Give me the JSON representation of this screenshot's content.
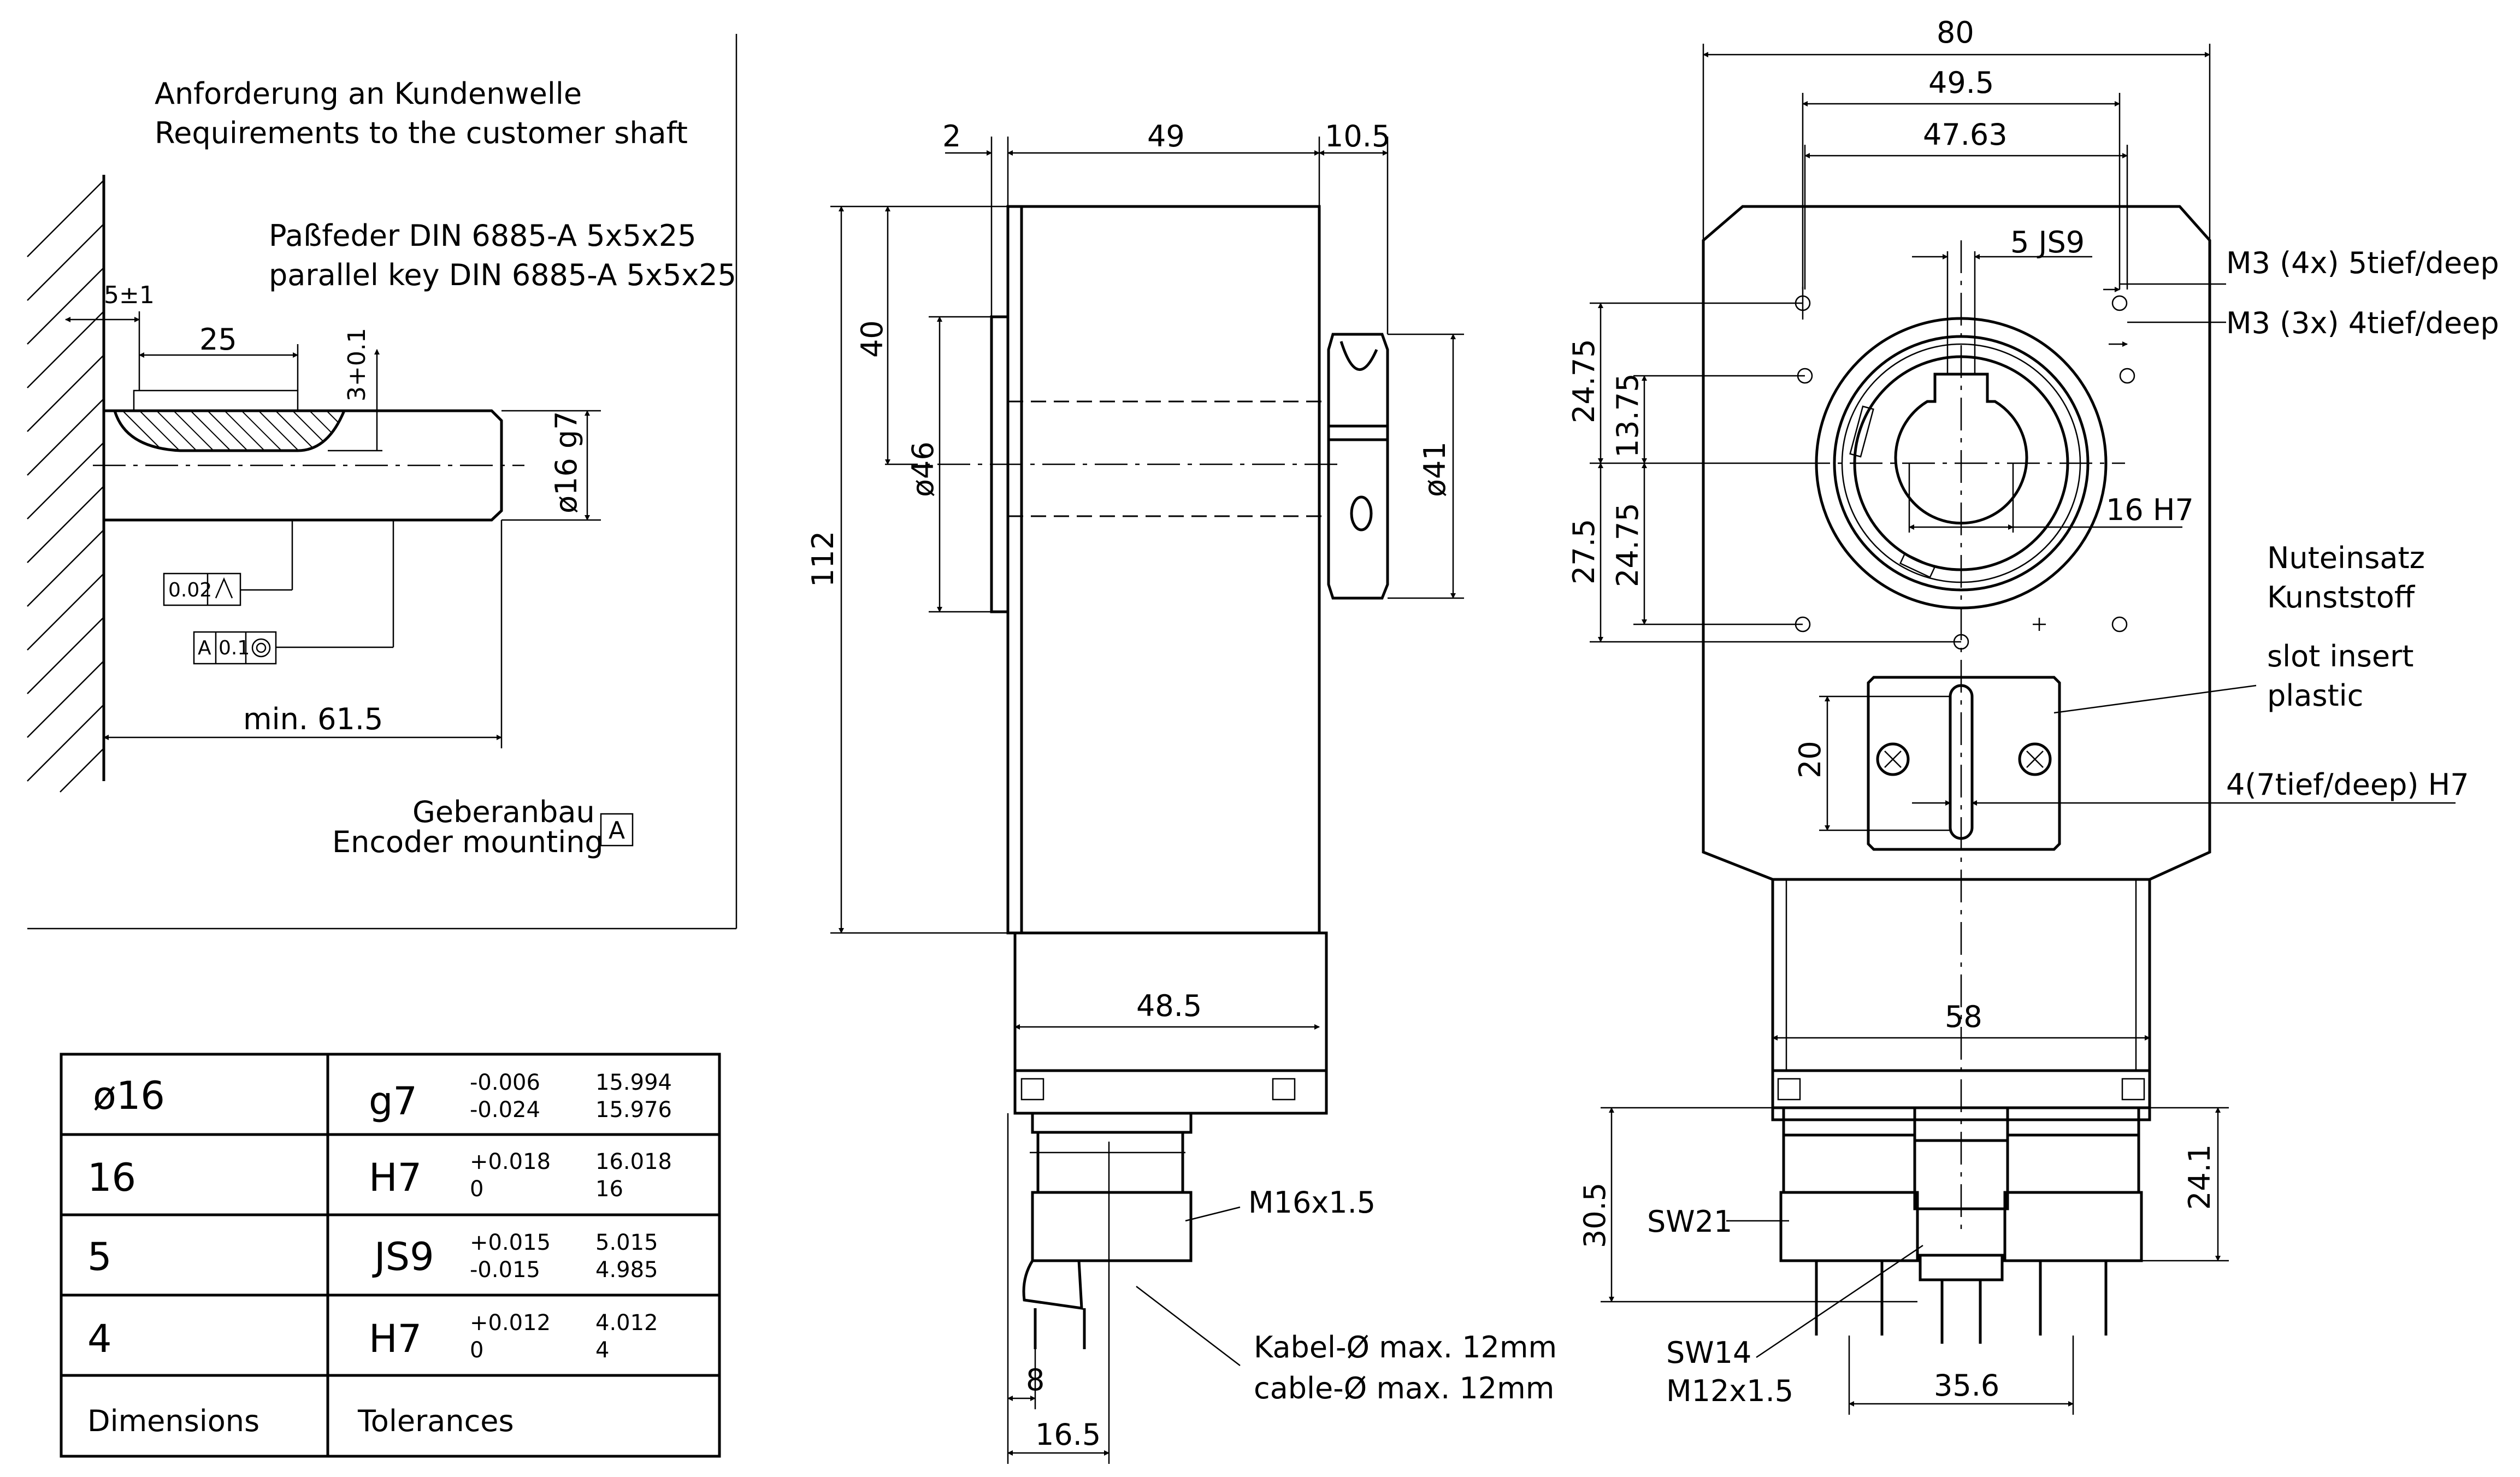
{
  "shaft": {
    "title_de": "Anforderung an Kundenwelle",
    "title_en": "Requirements to the customer shaft",
    "key_de": "Paßfeder DIN 6885-A 5x5x25",
    "key_en": "parallel key DIN 6885-A 5x5x25",
    "dim_5": "5±1",
    "dim_25": "25",
    "dim_3": "3+0.1",
    "dim_d16": "ø16 g7",
    "tol_runout": "0.02",
    "tol_concentric_ref": "A",
    "tol_concentric_val": "0.1",
    "dim_min": "min. 61.5",
    "mount_de": "Geberanbau",
    "mount_en": "Encoder mounting",
    "mount_ref": "A"
  },
  "tolerance_table": {
    "rows": [
      {
        "dim": "ø16",
        "fit": "g7",
        "dev_upper": "-0.006",
        "dev_lower": "-0.024",
        "lim_upper": "15.994",
        "lim_lower": "15.976"
      },
      {
        "dim": "16",
        "fit": "H7",
        "dev_upper": "+0.018",
        "dev_lower": "0",
        "lim_upper": "16.018",
        "lim_lower": "16"
      },
      {
        "dim": "5",
        "fit": "JS9",
        "dev_upper": "+0.015",
        "dev_lower": "-0.015",
        "lim_upper": "5.015",
        "lim_lower": "4.985"
      },
      {
        "dim": "4",
        "fit": "H7",
        "dev_upper": "+0.012",
        "dev_lower": "0",
        "lim_upper": "4.012",
        "lim_lower": "4"
      }
    ],
    "footer_left": "Dimensions",
    "footer_right": "Tolerances"
  },
  "side_view": {
    "dim_2": "2",
    "dim_49": "49",
    "dim_10_5": "10.5",
    "dim_40": "40",
    "dim_112": "112",
    "dim_d46": "ø46",
    "dim_d41": "ø41",
    "dim_48_5": "48.5",
    "label_m16": "M16x1.5",
    "cable_de": "Kabel-Ø max. 12mm",
    "cable_en": "cable-Ø max. 12mm",
    "dim_8": "8",
    "dim_16_5": "16.5"
  },
  "front_view": {
    "dim_80": "80",
    "dim_49_5": "49.5",
    "dim_47_63": "47.63",
    "dim_5js9": "5 JS9",
    "m3_4x": "M3 (4x) 5tief/deep",
    "m3_3x": "M3 (3x) 4tief/deep",
    "dim_24_75a": "24.75",
    "dim_13_75": "13.75",
    "dim_27_5": "27.5",
    "dim_24_75b": "24.75",
    "dim_16h7": "16 H7",
    "insert_de1": "Nuteinsatz",
    "insert_de2": "Kunststoff",
    "insert_en1": "slot insert",
    "insert_en2": "plastic",
    "dim_20": "20",
    "slot_h7": "4(7tief/deep) H7",
    "dim_58": "58",
    "dim_30_5": "30.5",
    "dim_24_1": "24.1",
    "sw21": "SW21",
    "sw14": "SW14",
    "m12": "M12x1.5",
    "dim_35_6": "35.6"
  }
}
